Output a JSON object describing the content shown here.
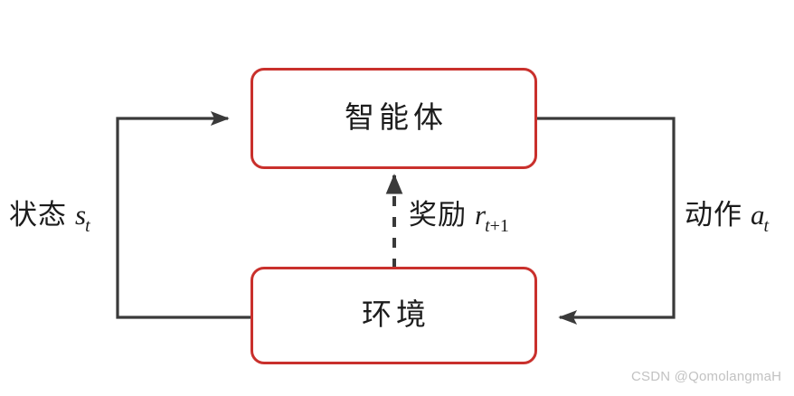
{
  "diagram": {
    "title_nodes": {
      "agent": "智能体",
      "environment": "环境"
    },
    "edges": {
      "state": {
        "cjk": "状态",
        "symbol": "s",
        "subscript": "t",
        "direction": "environment-to-agent"
      },
      "action": {
        "cjk": "动作",
        "symbol": "a",
        "subscript": "t",
        "direction": "agent-to-environment"
      },
      "reward": {
        "cjk": "奖励",
        "symbol": "r",
        "subscript_var": "t",
        "subscript_op": "+1",
        "direction": "environment-to-agent",
        "style": "dashed"
      }
    },
    "colors": {
      "box_border": "#c9302c",
      "line": "#3a3a3a",
      "text": "#1c1c1c",
      "background": "#ffffff",
      "watermark": "#c2c2c2"
    }
  },
  "watermark": {
    "text": "CSDN @QomolangmaH"
  }
}
